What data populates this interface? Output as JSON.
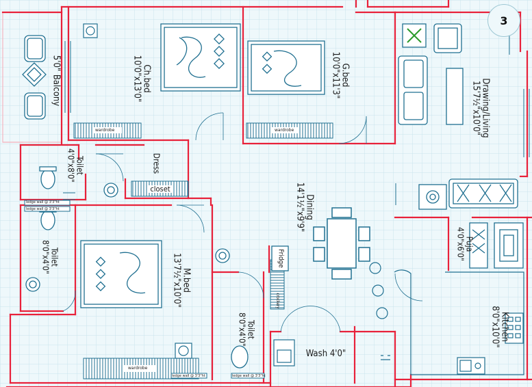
{
  "badge": "3",
  "rooms": {
    "ch_bed": {
      "name": "Ch.bed",
      "size": "10'0\"x13'0\""
    },
    "g_bed": {
      "name": "G.bed",
      "size": "10'0\"x11'3\""
    },
    "drawing": {
      "name": "Drawing/Living",
      "size": "15'7½\"x10'0\""
    },
    "balcony": {
      "name": "Balcony",
      "size": "5'0\""
    },
    "toilet1": {
      "name": "Toilet",
      "size": "4'0\"x8'0\""
    },
    "dress": {
      "name": "Dress",
      "sub": "closet"
    },
    "dining": {
      "name": "Dining",
      "size": "14'1½\"x9'9\""
    },
    "toilet2": {
      "name": "Toilet",
      "size": "8'0\"x4'0\""
    },
    "m_bed": {
      "name": "M.bed",
      "size": "13'7½\"x10'0\""
    },
    "puja": {
      "name": "Puja",
      "size": "4'0\"x6'0\""
    },
    "fridge": "Fridge",
    "crockery": "crockery",
    "toilet3": {
      "name": "Toilet",
      "size": "8'0\"x4'0\""
    },
    "wash": "Wash 4'0\"",
    "kitchen": {
      "name": "Kitchen",
      "size": "8'0\"x10'0\""
    }
  },
  "wardrobe": "wardrobe",
  "ledge": "ledge wall @ 3'3\"ht"
}
